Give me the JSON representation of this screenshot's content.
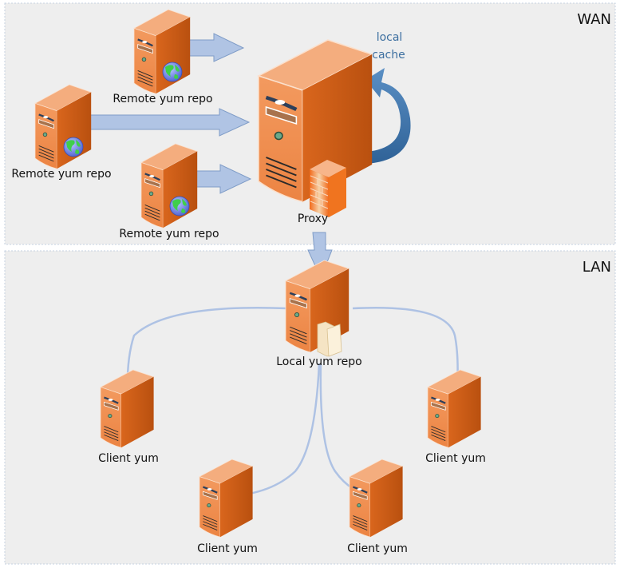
{
  "zones": {
    "wan": {
      "label": "WAN"
    },
    "lan": {
      "label": "LAN"
    }
  },
  "nodes": {
    "remote_repo_top": {
      "label": "Remote yum repo",
      "type": "server",
      "badge": "globe-icon"
    },
    "remote_repo_mid": {
      "label": "Remote yum repo",
      "type": "server",
      "badge": "globe-icon"
    },
    "remote_repo_bottom": {
      "label": "Remote yum repo",
      "type": "server",
      "badge": "globe-icon"
    },
    "proxy": {
      "label": "Proxy",
      "type": "server",
      "badge": "firewall-icon"
    },
    "local_repo": {
      "label": "Local yum repo",
      "type": "server",
      "badge": "folder-icon"
    },
    "client_left": {
      "label": "Client yum",
      "type": "server"
    },
    "client_right": {
      "label": "Client yum",
      "type": "server"
    },
    "client_bottom_left": {
      "label": "Client yum",
      "type": "server"
    },
    "client_bottom_right": {
      "label": "Client yum",
      "type": "server"
    }
  },
  "annotations": {
    "cache_line1": "local",
    "cache_line2": "cache"
  },
  "colors": {
    "zone_bg": "#eeeeee",
    "zone_border": "#b9c9da",
    "arrow_fill": "#b0c4e4",
    "arrow_stroke": "#7f9cc7",
    "cache_arrow": "#4a7fb5",
    "server_front": "#f08a4b",
    "server_side": "#c9581a",
    "server_top": "#f4ad7e"
  }
}
